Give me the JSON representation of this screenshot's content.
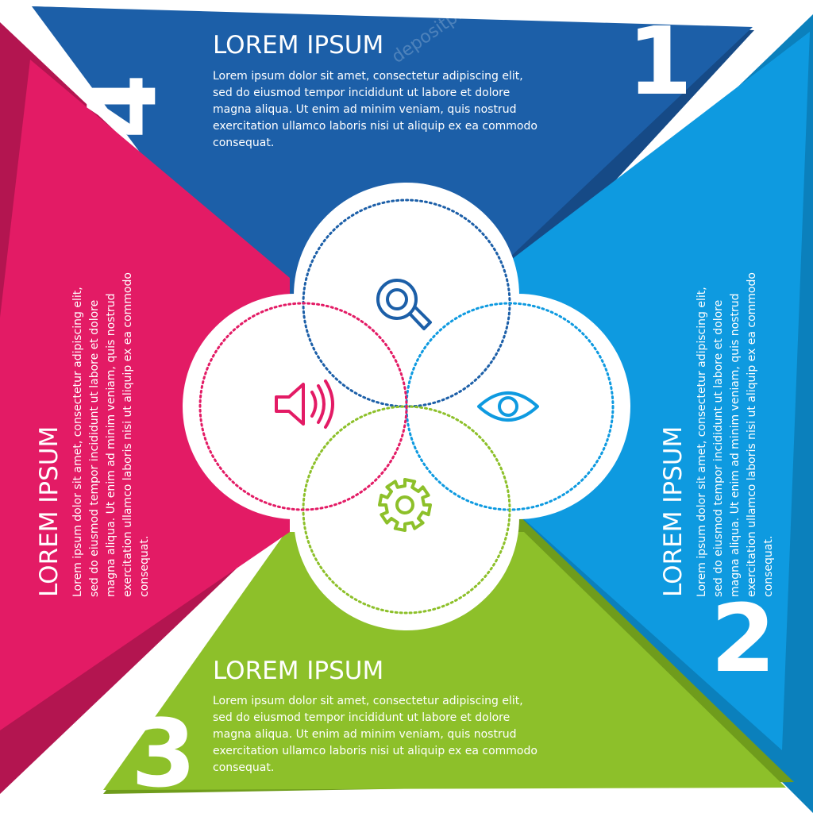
{
  "colors": {
    "blue": "#1c5fa8",
    "blue_dark": "#164a86",
    "light_blue": "#0e9ae0",
    "light_blue_dark": "#0b80bc",
    "green": "#8dc02a",
    "green_dark": "#6f9c1c",
    "pink": "#e31b65",
    "pink_dark": "#b31550",
    "background": "#ffffff"
  },
  "sections": [
    {
      "number": "1",
      "title": "LOREM IPSUM",
      "icon": "magnifier-icon",
      "lines": [
        "Lorem ipsum dolor sit amet, consectetur adipiscing elit,",
        "sed do eiusmod tempor incididunt ut labore et dolore",
        "magna aliqua. Ut enim ad minim veniam, quis nostrud",
        "exercitation ullamco laboris nisi ut aliquip ex ea commodo",
        "consequat."
      ]
    },
    {
      "number": "2",
      "title": "LOREM IPSUM",
      "icon": "eye-icon",
      "lines": [
        "Lorem ipsum dolor sit amet, consectetur adipiscing elit,",
        "sed do eiusmod tempor incididunt ut labore et dolore",
        "magna aliqua. Ut enim ad minim veniam, quis nostrud",
        "exercitation ullamco laboris nisi ut aliquip ex ea commodo",
        "consequat."
      ]
    },
    {
      "number": "3",
      "title": "LOREM IPSUM",
      "icon": "gear-icon",
      "lines": [
        "Lorem ipsum dolor sit amet, consectetur adipiscing elit,",
        "sed do eiusmod tempor incididunt ut labore et dolore",
        "magna aliqua. Ut enim ad minim veniam, quis nostrud",
        "exercitation ullamco laboris nisi ut aliquip ex ea commodo",
        "consequat."
      ]
    },
    {
      "number": "4",
      "title": "LOREM IPSUM",
      "icon": "speaker-icon",
      "lines": [
        "Lorem ipsum dolor sit amet, consectetur adipiscing elit,",
        "sed do eiusmod tempor incididunt ut labore et dolore",
        "magna aliqua. Ut enim ad minim veniam, quis nostrud",
        "exercitation ullamco laboris nisi ut aliquip ex ea commodo",
        "consequat."
      ]
    }
  ],
  "watermark": "depositphotos"
}
